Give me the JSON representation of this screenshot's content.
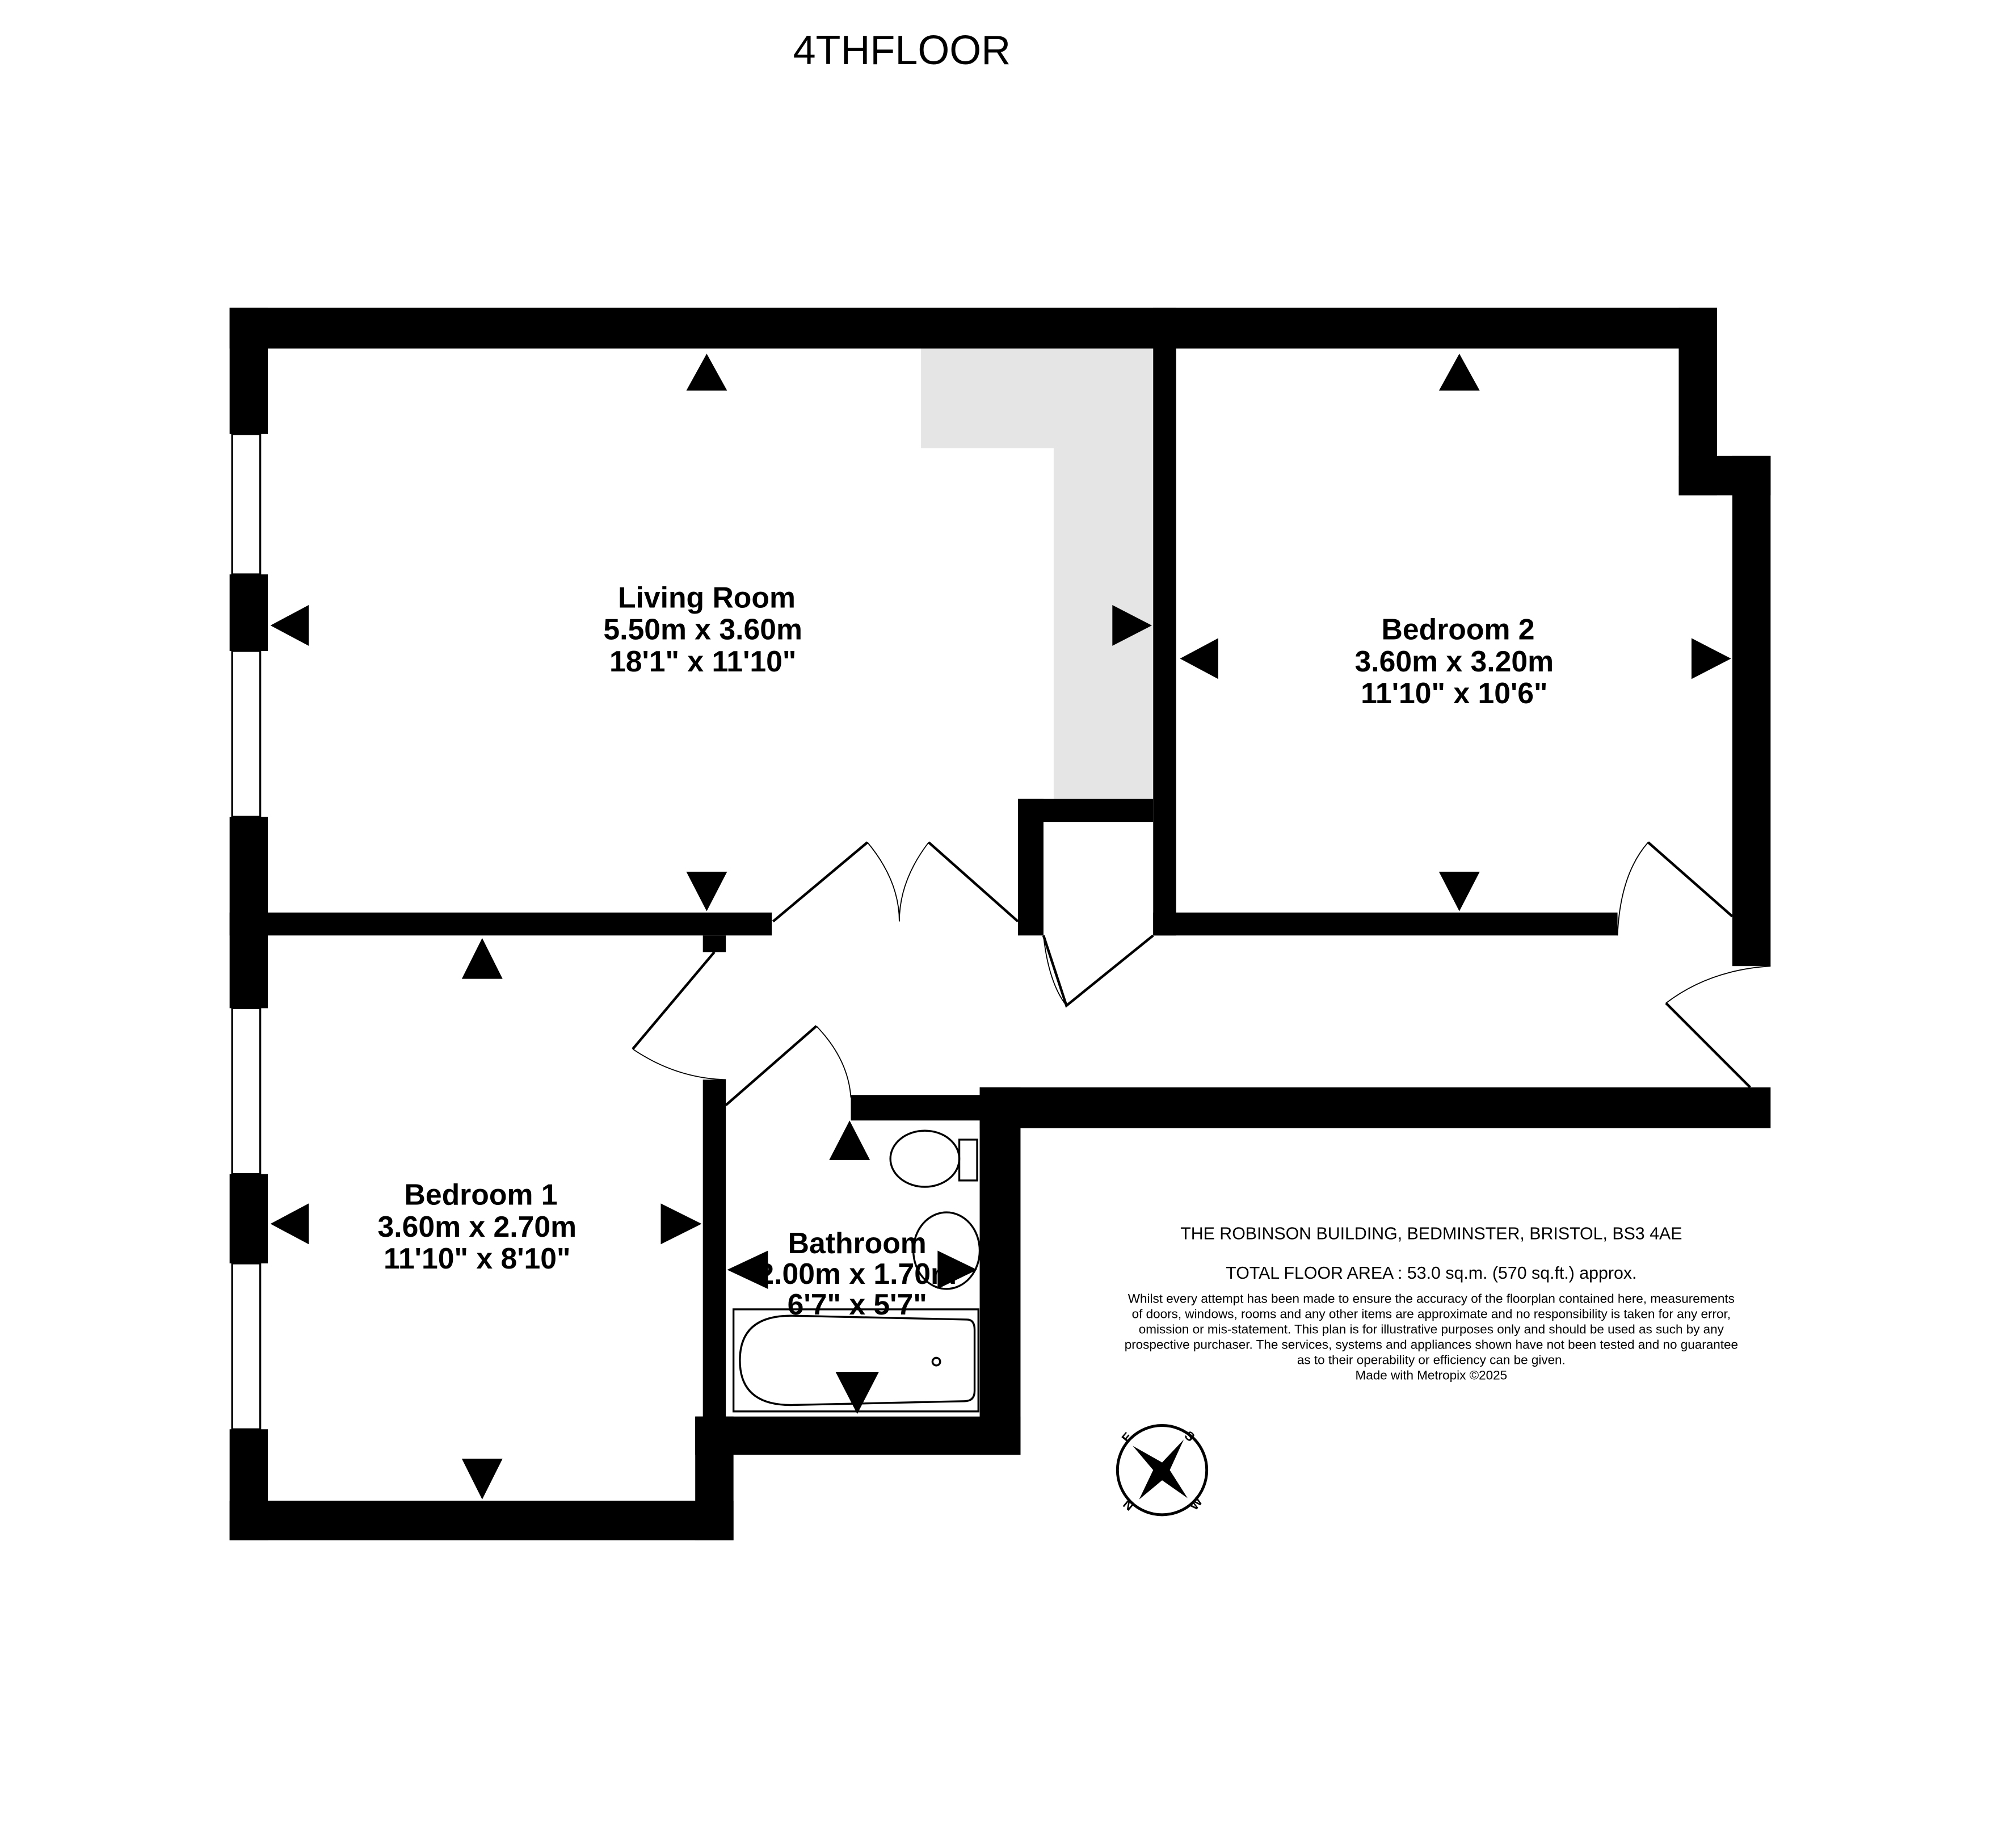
{
  "title": "4THFLOOR",
  "rooms": {
    "living": {
      "name": "Living Room",
      "metric": "5.50m  x 3.60m",
      "imperial": "18'1\"  x 11'10\""
    },
    "bedroom2": {
      "name": "Bedroom 2",
      "metric": "3.60m  x 3.20m",
      "imperial": "11'10\"  x 10'6\""
    },
    "bedroom1": {
      "name": "Bedroom 1",
      "metric": "3.60m  x 2.70m",
      "imperial": "11'10\"  x 8'10\""
    },
    "bathroom": {
      "name": "Bathroom",
      "metric": "2.00m  x 1.70m",
      "imperial": "6'7\"  x 5'7\""
    }
  },
  "info": {
    "address": "THE ROBINSON BUILDING, BEDMINSTER, BRISTOL, BS3 4AE",
    "area": "TOTAL FLOOR AREA : 53.0 sq.m. (570 sq.ft.) approx.",
    "disclaimer": [
      "Whilst every attempt has been made to ensure the accuracy of the floorplan contained here, measurements",
      "of doors, windows, rooms and any other items are approximate and no responsibility is taken for any error,",
      "omission or mis-statement. This plan is for illustrative purposes only and should be used as such by any",
      "prospective purchaser. The services, systems and appliances shown have not been tested and no guarantee",
      "as to their operability or efficiency can be given."
    ],
    "credit": "Made with Metropix ©2025"
  },
  "compass": {
    "n": "N",
    "e": "E",
    "s": "S",
    "w": "W"
  },
  "colors": {
    "wall": "#000000",
    "shade": "#e5e5e5"
  }
}
